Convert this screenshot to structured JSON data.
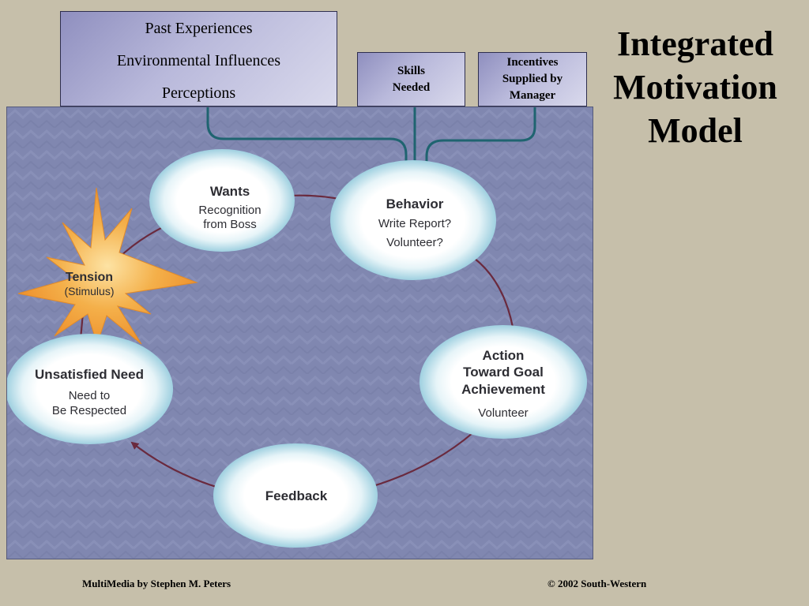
{
  "title": {
    "line1": "Integrated",
    "line2": "Motivation",
    "line3": "Model"
  },
  "top_box": {
    "line1": "Past Experiences",
    "line2": "Environmental Influences",
    "line3": "Perceptions"
  },
  "skills_box": {
    "line1": "Skills",
    "line2": "Needed"
  },
  "incentives_box": {
    "line1": "Incentives",
    "line2": "Supplied by",
    "line3": "Manager"
  },
  "nodes": {
    "wants": {
      "title": "Wants",
      "line1": "Recognition",
      "line2": "from Boss"
    },
    "behavior": {
      "title": "Behavior",
      "line1": "Write Report?",
      "line2": "Volunteer?"
    },
    "action": {
      "title1": "Action",
      "title2": "Toward Goal",
      "title3": "Achievement",
      "line1": "Volunteer"
    },
    "feedback": {
      "title": "Feedback"
    },
    "unsatisfied": {
      "title": "Unsatisfied Need",
      "line1": "Need to",
      "line2": "Be Respected"
    },
    "tension": {
      "title": "Tension",
      "line1": "(Stimulus)"
    }
  },
  "footer": {
    "left": "MultiMedia by Stephen M. Peters",
    "right": "© 2002 South-Western"
  },
  "colors": {
    "background": "#c6bfaa",
    "panel": "#7a82ab",
    "connector": "#1f6470",
    "cycle_arrow": "#6a2a3e",
    "star": "#f2a236"
  }
}
